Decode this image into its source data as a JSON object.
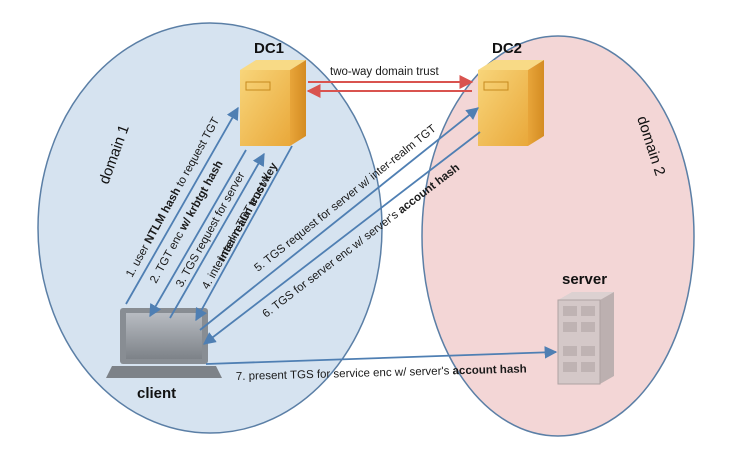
{
  "nodes": {
    "dc1": "DC1",
    "dc2": "DC2",
    "client": "client",
    "server": "server"
  },
  "domains": {
    "domain1": "domain 1",
    "domain2": "domain 2"
  },
  "trust_label": "two-way domain trust",
  "steps": {
    "s1": {
      "a": "1. user ",
      "b": "NTLM hash",
      "c": " to request TGT"
    },
    "s2": {
      "a": "2. TGT ",
      "b": "enc",
      "c": " w/ ",
      "d": "krbtgt",
      "e": " hash"
    },
    "s3": {
      "a": "3. TGS request for server"
    },
    "s4": {
      "a": "4. inter-realm TGT ",
      "b": "enc",
      "c": " w/",
      "d": "inter-realm trust key"
    },
    "s5": {
      "a": "5. TGS request for server w/ inter-realm TGT"
    },
    "s6": {
      "a": "6. TGS for server ",
      "b": "enc",
      "c": " w/ server's ",
      "d": "account hash"
    },
    "s7": {
      "a": "7. present TGS for service ",
      "b": "enc",
      "c": " w/ server's ",
      "d": "account hash"
    }
  },
  "colors": {
    "domain1_fill": "#d6e3f0",
    "domain2_fill": "#f3d6d6",
    "arrow_blue": "#4f7fb3",
    "trust_red": "#d9534f",
    "server_gold": "#f2c14e"
  }
}
